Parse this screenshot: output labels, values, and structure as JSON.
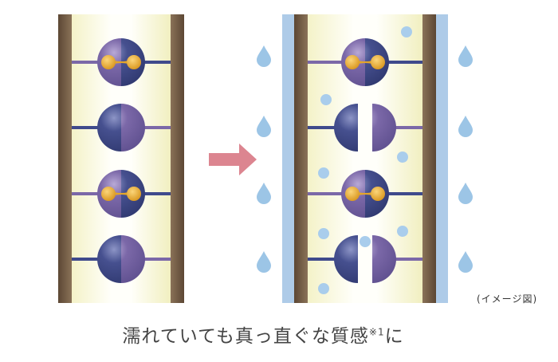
{
  "note": "(イメージ図)",
  "caption": {
    "text": "濡れていても真っ直ぐな質感",
    "footnote_mark": "※1",
    "suffix": "に"
  },
  "colors": {
    "brown": "#6b5640",
    "water_bar": "#aecbe8",
    "light_purple": "#7b68a8",
    "dark_purple": "#3f4a8c",
    "bond": "#e3a52a",
    "arrow": "#dc8590",
    "droplet": "#9cc5e6"
  }
}
